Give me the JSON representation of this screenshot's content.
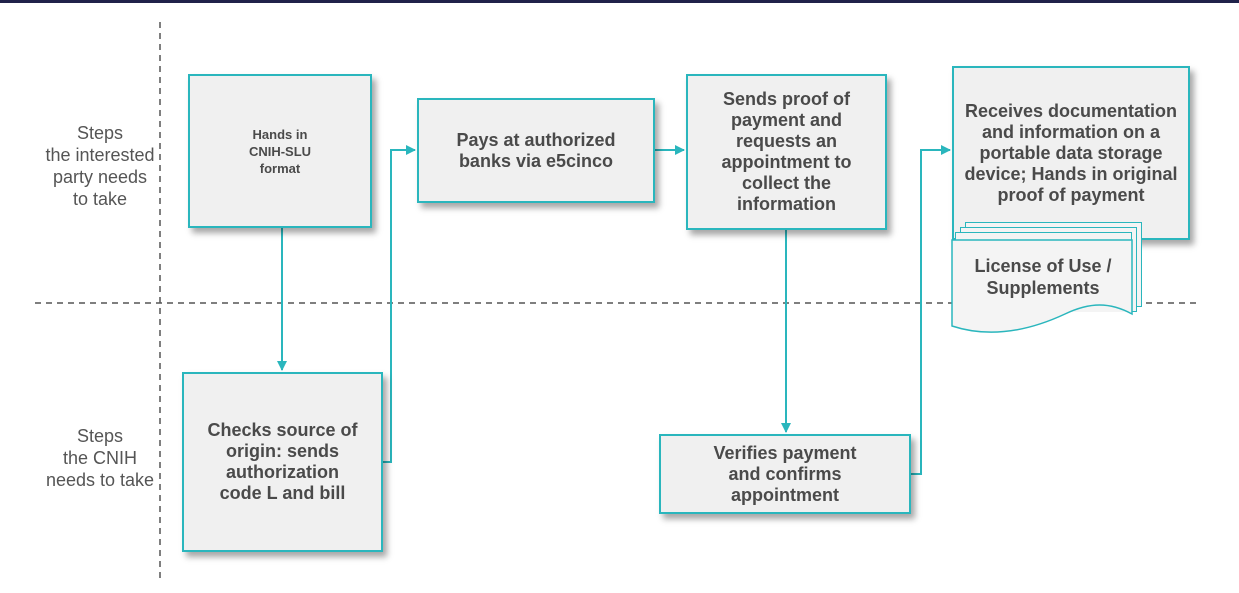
{
  "lanes": {
    "top_label": "Steps\nthe interested\nparty needs\nto take",
    "bottom_label": "Steps\nthe CNIH\nneeds to take"
  },
  "boxes": {
    "hands_in": "Hands in\nCNIH-SLU\nformat",
    "checks_source": "Checks source of\norigin: sends\nauthorization\ncode L and bill",
    "pays": "Pays at authorized\nbanks via e5cinco",
    "sends_proof": "Sends proof of\npayment and\nrequests an\nappointment to\ncollect the\ninformation",
    "verifies": "Verifies payment\nand confirms\nappointment",
    "receives": "Receives documentation\nand information on a\nportable data storage\ndevice; Hands in original\nproof of payment"
  },
  "document": {
    "label": "License of Use /\nSupplements"
  },
  "colors": {
    "accent": "#2ab6bd",
    "box_fill": "#f0f0f0",
    "text": "#4a4a4a",
    "top_bar": "#20224a"
  }
}
